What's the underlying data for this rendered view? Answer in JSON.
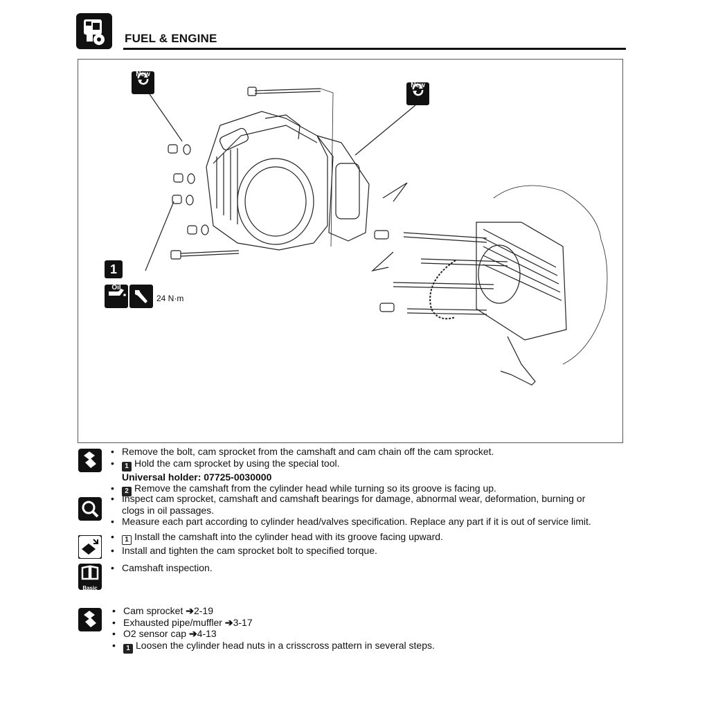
{
  "header": {
    "title": "FUEL & ENGINE"
  },
  "figure": {
    "callout_new_1": "New",
    "callout_new_2": "New",
    "callout_number": "1",
    "oil_label": "Oil",
    "torque": "24 N·m"
  },
  "removal": {
    "lines": [
      "Remove the bolt, cam sprocket from the camshaft and cam chain off the cam sprocket.",
      "Hold the cam sprocket by using the special tool.",
      "Universal holder: 07725-0030000",
      "Remove the camshaft from the cylinder head while turning so its groove is facing up."
    ],
    "num1": "1",
    "num2": "2"
  },
  "inspection": {
    "lines": [
      "Inspect cam sprocket, camshaft and camshaft bearings for damage, abnormal wear, deformation, burning or",
      "clogs in oil passages.",
      "Measure each part according to cylinder head/valves specification. Replace any part if it is out of service limit."
    ]
  },
  "installation": {
    "lines": [
      "Install the camshaft into the cylinder head with its groove facing upward.",
      "Install and tighten the cam sprocket bolt to specified torque."
    ],
    "num1": "1"
  },
  "basic": {
    "label": "Basic",
    "lines": [
      "Camshaft inspection."
    ]
  },
  "removal2": {
    "items": [
      {
        "text": "Cam sprocket ",
        "ref": "2-19"
      },
      {
        "text": "Exhausted pipe/muffler ",
        "ref": "3-17"
      },
      {
        "text": "O2 sensor cap ",
        "ref": "4-13"
      }
    ],
    "last": "Loosen the cylinder head nuts in a crisscross pattern in several steps.",
    "num1": "1"
  }
}
